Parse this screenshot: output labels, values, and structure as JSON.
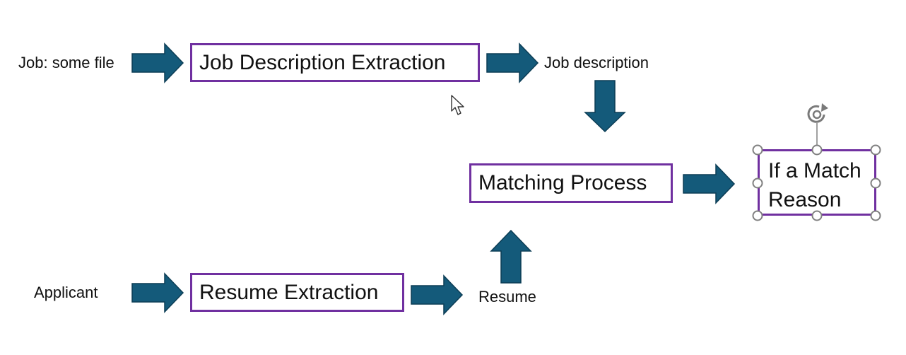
{
  "diagram": {
    "inputs": {
      "job_input": "Job: some file",
      "applicant_input": "Applicant"
    },
    "processes": {
      "job_description_extraction": "Job Description Extraction",
      "resume_extraction": "Resume Extraction",
      "matching_process": "Matching Process"
    },
    "outputs": {
      "job_description": "Job description",
      "resume": "Resume",
      "result_line1": "If a Match",
      "result_line2": "Reason"
    }
  },
  "colors": {
    "arrow_fill": "#145A7A",
    "arrow_stroke": "#0C3D55",
    "box_border": "#7030A0",
    "handle_stroke": "#808080"
  }
}
